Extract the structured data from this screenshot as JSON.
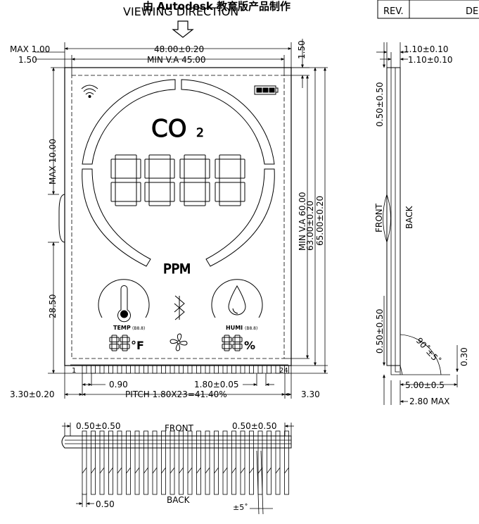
{
  "header": {
    "watermark": "由 Autodesk 教育版产品制作",
    "viewing_direction": "VIEWING DIRECTION",
    "rev_label": "REV.",
    "de_label": "DE"
  },
  "display": {
    "co2_text": "CO",
    "co2_sub": "2",
    "ppm": "PPM",
    "temp_label": "TEMP",
    "humi_label": "HUMI",
    "temp_unit": "°F",
    "humi_unit": "%",
    "pin_first": "1",
    "pin_last": "24"
  },
  "dimensions": {
    "width_total": "48.00±0.20",
    "width_va": "MIN  V.A  45.00",
    "max_left": "MAX  1.00",
    "left_gap": "1.50",
    "top_gap": "1.50",
    "max_10": "MAX  10.00",
    "d28": "28.50",
    "height_va": "MIN  V.A  60.00",
    "height_63": "63.00±0.20",
    "height_65": "65.00±0.20",
    "d090": "0.90",
    "d180": "1.80±0.05",
    "d330l": "3.30±0.20",
    "pitch": "PITCH  1.80X23=41.40%",
    "d330r": "3.30"
  },
  "side_view": {
    "t1": "1.10±0.10",
    "t2": "1.10±0.10",
    "top_ed": "0.50±0.50",
    "front": "FRONT",
    "back": "BACK",
    "bot_ed": "0.50±0.50",
    "angle": "90˚±5˚",
    "d030": "0.30",
    "d500": "5.00±0.5",
    "max280": "2.80  MAX"
  },
  "bottom_view": {
    "left_d": "0.50±0.50",
    "front": "FRONT",
    "right_d": "0.50±0.50",
    "d050": "0.50",
    "back": "BACK",
    "angle": "±5˚"
  }
}
